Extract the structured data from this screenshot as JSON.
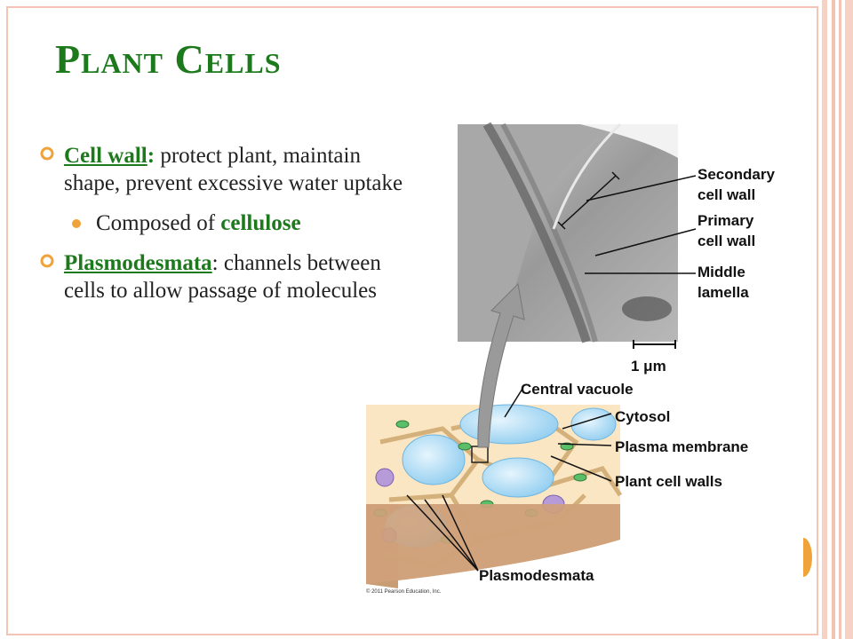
{
  "slide": {
    "title": "Plant Cells",
    "bullets": [
      {
        "term": "Cell wall",
        "colon": ":",
        "text": " protect plant, maintain shape, prevent excessive water uptake",
        "sub": {
          "prefix": "Composed of ",
          "highlight": "cellulose"
        }
      },
      {
        "term": "Plasmodesmata",
        "colon": ":",
        "text": " channels between cells to allow passage of molecules"
      }
    ]
  },
  "figure": {
    "micrograph_labels": [
      "Secondary",
      "cell wall",
      "Primary",
      "cell wall",
      "Middle",
      "lamella"
    ],
    "scale_bar": "1 μm",
    "diagram_labels": [
      "Central vacuole",
      "Cytosol",
      "Plasma membrane",
      "Plant cell walls",
      "Plasmodesmata"
    ],
    "credit": "© 2011 Pearson Education, Inc."
  },
  "theme": {
    "title_color": "#1c7a1c",
    "accent_orange": "#f0a33a",
    "border_color": "#f4c3b3",
    "icons": [
      "ring-bullet-icon",
      "dot-bullet-icon"
    ]
  }
}
